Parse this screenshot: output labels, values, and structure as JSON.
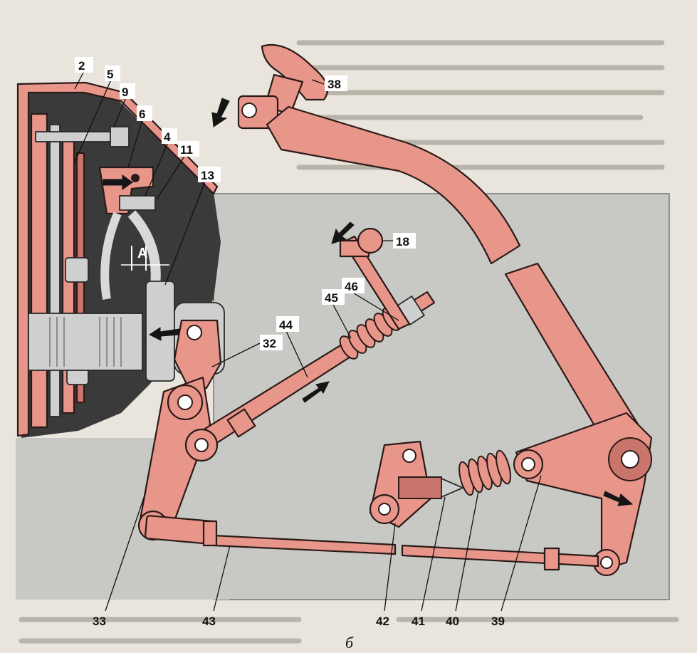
{
  "figure": {
    "caption": "б",
    "callouts": [
      {
        "id": "c2",
        "label": "2"
      },
      {
        "id": "c5",
        "label": "5"
      },
      {
        "id": "c9",
        "label": "9"
      },
      {
        "id": "c6",
        "label": "6"
      },
      {
        "id": "c4",
        "label": "4"
      },
      {
        "id": "c11",
        "label": "11"
      },
      {
        "id": "c13",
        "label": "13"
      },
      {
        "id": "c38",
        "label": "38"
      },
      {
        "id": "c18",
        "label": "18"
      },
      {
        "id": "c46",
        "label": "46"
      },
      {
        "id": "c45",
        "label": "45"
      },
      {
        "id": "c44",
        "label": "44"
      },
      {
        "id": "c32",
        "label": "32"
      },
      {
        "id": "c33",
        "label": "33"
      },
      {
        "id": "c43",
        "label": "43"
      },
      {
        "id": "c42",
        "label": "42"
      },
      {
        "id": "c41",
        "label": "41"
      },
      {
        "id": "c40",
        "label": "40"
      },
      {
        "id": "c39",
        "label": "39"
      }
    ],
    "dimension_label": "A"
  },
  "colors": {
    "part": "#e8958a",
    "part_dark": "#c9756c",
    "housing": "#3a3a3a",
    "background_panel": "#c8c8c4",
    "page": "#e9e5dc"
  }
}
